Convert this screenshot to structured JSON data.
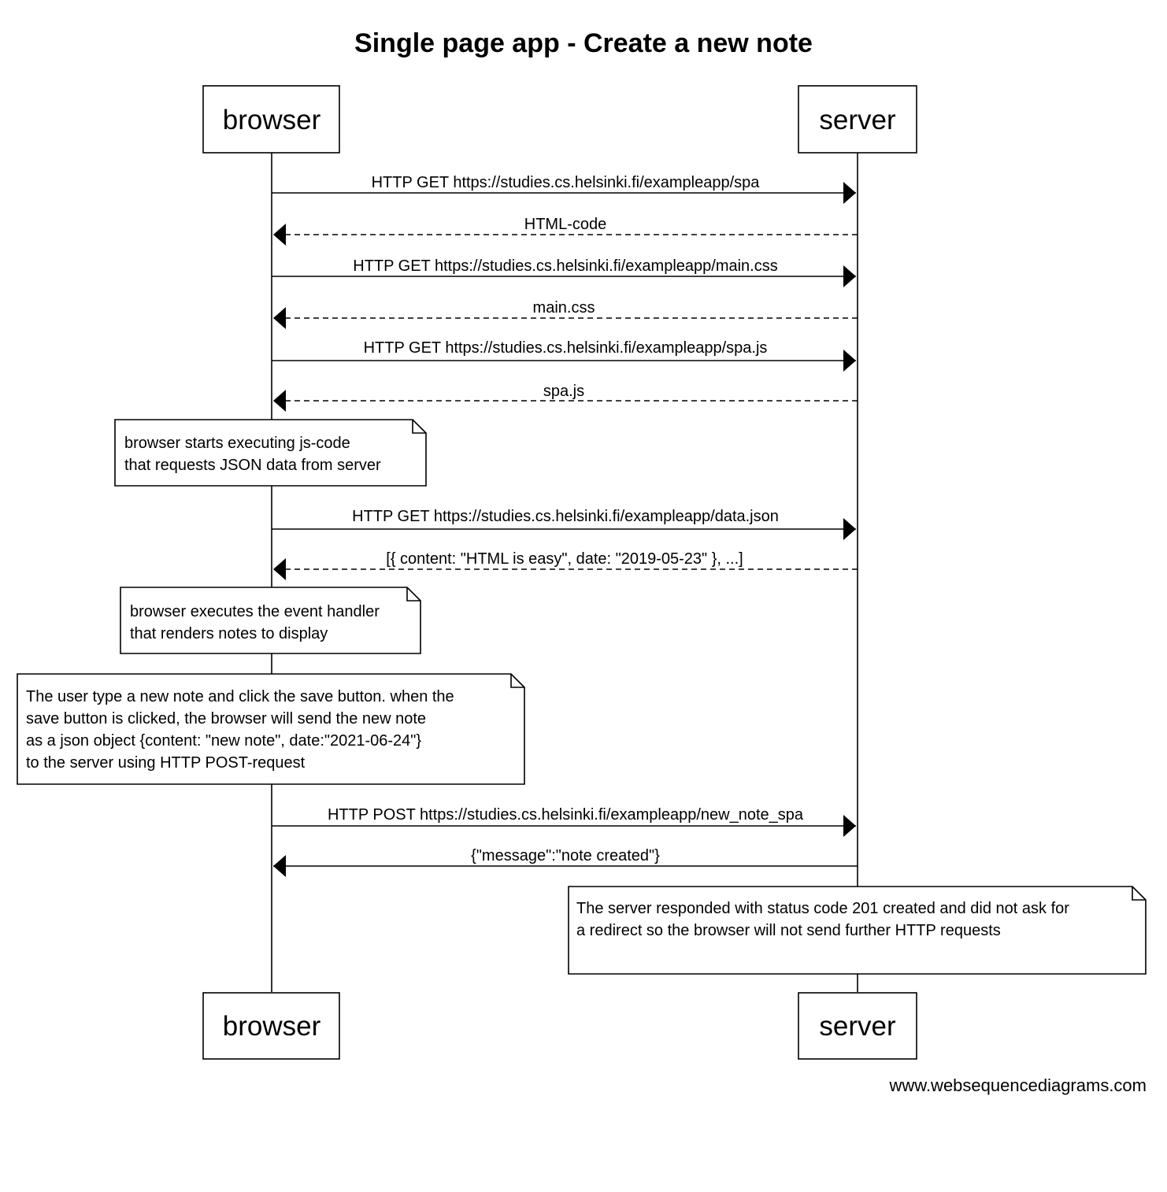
{
  "title": "Single page app - Create a new note",
  "participants": {
    "browser": "browser",
    "server": "server"
  },
  "messages": [
    {
      "label": "HTTP GET https://studies.cs.helsinki.fi/exampleapp/spa",
      "from": "browser",
      "to": "server",
      "style": "solid"
    },
    {
      "label": "HTML-code",
      "from": "server",
      "to": "browser",
      "style": "dashed"
    },
    {
      "label": "HTTP GET https://studies.cs.helsinki.fi/exampleapp/main.css",
      "from": "browser",
      "to": "server",
      "style": "solid"
    },
    {
      "label": "main.css",
      "from": "server",
      "to": "browser",
      "style": "dashed"
    },
    {
      "label": "HTTP GET https://studies.cs.helsinki.fi/exampleapp/spa.js",
      "from": "browser",
      "to": "server",
      "style": "solid"
    },
    {
      "label": "spa.js",
      "from": "server",
      "to": "browser",
      "style": "dashed"
    },
    {
      "label": "HTTP GET https://studies.cs.helsinki.fi/exampleapp/data.json",
      "from": "browser",
      "to": "server",
      "style": "solid"
    },
    {
      "label": "[{ content: \"HTML is easy\", date: \"2019-05-23\" }, ...]",
      "from": "server",
      "to": "browser",
      "style": "dashed"
    },
    {
      "label": "HTTP POST https://studies.cs.helsinki.fi/exampleapp/new_note_spa",
      "from": "browser",
      "to": "server",
      "style": "solid"
    },
    {
      "label": "{\"message\":\"note created\"}",
      "from": "server",
      "to": "browser",
      "style": "solid"
    }
  ],
  "notes": [
    {
      "anchor": "browser",
      "lines": [
        "browser starts executing js-code",
        "that requests JSON data from server"
      ]
    },
    {
      "anchor": "browser",
      "lines": [
        "browser executes the event handler",
        "that renders notes to display"
      ]
    },
    {
      "anchor": "browser",
      "lines": [
        "The user type a new note and click the save button. when the",
        "save button is clicked, the browser will send the new note",
        "as a json object {content: \"new note\", date:\"2021-06-24\"}",
        "to the server using HTTP POST-request"
      ]
    },
    {
      "anchor": "server",
      "lines": [
        "The server responded with status code 201 created and did not ask for",
        "a redirect so the browser will not send further HTTP requests"
      ]
    }
  ],
  "watermark": "www.websequencediagrams.com"
}
